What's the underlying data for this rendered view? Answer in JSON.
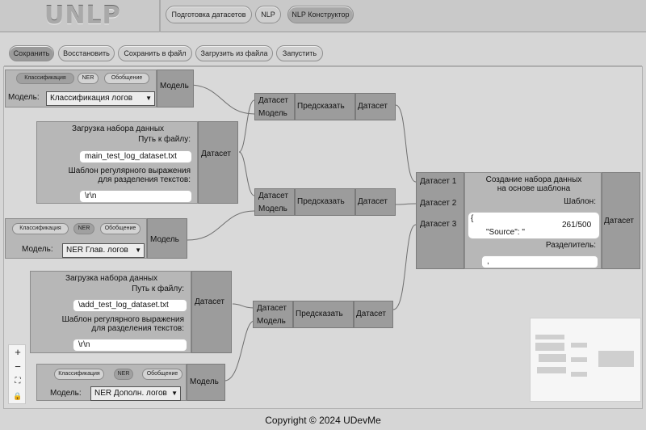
{
  "header": {
    "logo": "UNLP",
    "tabs": [
      {
        "label": "Подготовка датасетов",
        "active": false
      },
      {
        "label": "NLP",
        "active": false
      },
      {
        "label": "NLP Конструктор",
        "active": true
      }
    ]
  },
  "toolbar": {
    "save": "Сохранить",
    "restore": "Восстановить",
    "save_file": "Сохранить в файл",
    "load_file": "Загрузить из файла",
    "run": "Запустить"
  },
  "model_nodes": [
    {
      "pills": [
        "Классификация",
        "NER",
        "Обобщение"
      ],
      "model_label": "Модель:",
      "model_value": "Классификация логов",
      "output": "Модель"
    },
    {
      "pills": [
        "Классификация",
        "NER",
        "Обобщение"
      ],
      "model_label": "Модель:",
      "model_value": "NER Глав. логов",
      "output": "Модель"
    },
    {
      "pills": [
        "Классификация",
        "NER",
        "Обобщение"
      ],
      "model_label": "Модель:",
      "model_value": "NER Дополн. логов",
      "output": "Модель"
    }
  ],
  "dataset_nodes": [
    {
      "title": "Загрузка набора данных",
      "path_label": "Путь к файлу:",
      "path_value": "main_test_log_dataset.txt",
      "regex_label_1": "Шаблон регулярного выражения",
      "regex_label_2": "для разделения текстов:",
      "regex_value": "\\r\\n",
      "output": "Датасет"
    },
    {
      "title": "Загрузка набора данных",
      "path_label": "Путь к файлу:",
      "path_value": "\\add_test_log_dataset.txt",
      "regex_label_1": "Шаблон регулярного выражения",
      "regex_label_2": "для разделения текстов:",
      "regex_value": "\\r\\n",
      "output": "Датасет"
    }
  ],
  "predict_nodes": [
    {
      "in_dataset": "Датасет",
      "in_model": "Модель",
      "title": "Предсказать",
      "output": "Датасет"
    },
    {
      "in_dataset": "Датасет",
      "in_model": "Модель",
      "title": "Предсказать",
      "output": "Датасет"
    },
    {
      "in_dataset": "Датасет",
      "in_model": "Модель",
      "title": "Предсказать",
      "output": "Датасет"
    }
  ],
  "template_node": {
    "inputs": [
      "Датасет 1",
      "Датасет 2",
      "Датасет 3"
    ],
    "title_1": "Создание набора данных",
    "title_2": "на основе шаблона",
    "template_label": "Шаблон:",
    "template_line1": "{",
    "template_line2": "\"Source\": \"",
    "counter": "261/500",
    "separator_label": "Разделитель:",
    "separator_value": ",",
    "output": "Датасет"
  },
  "zoom": {
    "plus": "+",
    "minus": "−",
    "fit": "⛶",
    "lock": "🔒"
  },
  "footer": "Copyright © 2024 UDevMe"
}
